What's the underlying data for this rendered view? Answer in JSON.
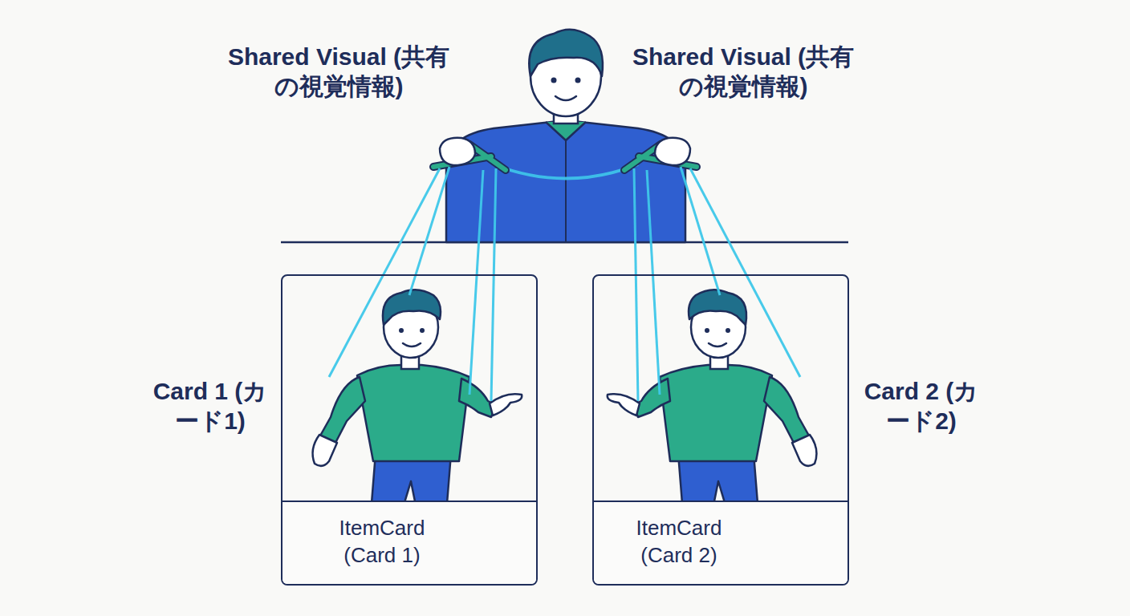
{
  "diagram": {
    "nodes": [
      {
        "text": [
          "ItemCard (Card 1)"
        ]
      },
      {
        "text": [
          "ItemCard (Card 2)"
        ]
      }
    ],
    "labels": [
      "Shared Visual (共有の視覚情報)",
      "Shared Visual (共有の視覚情報)",
      "Card 1 (カード1)",
      "Card 2 (カード2)"
    ]
  }
}
